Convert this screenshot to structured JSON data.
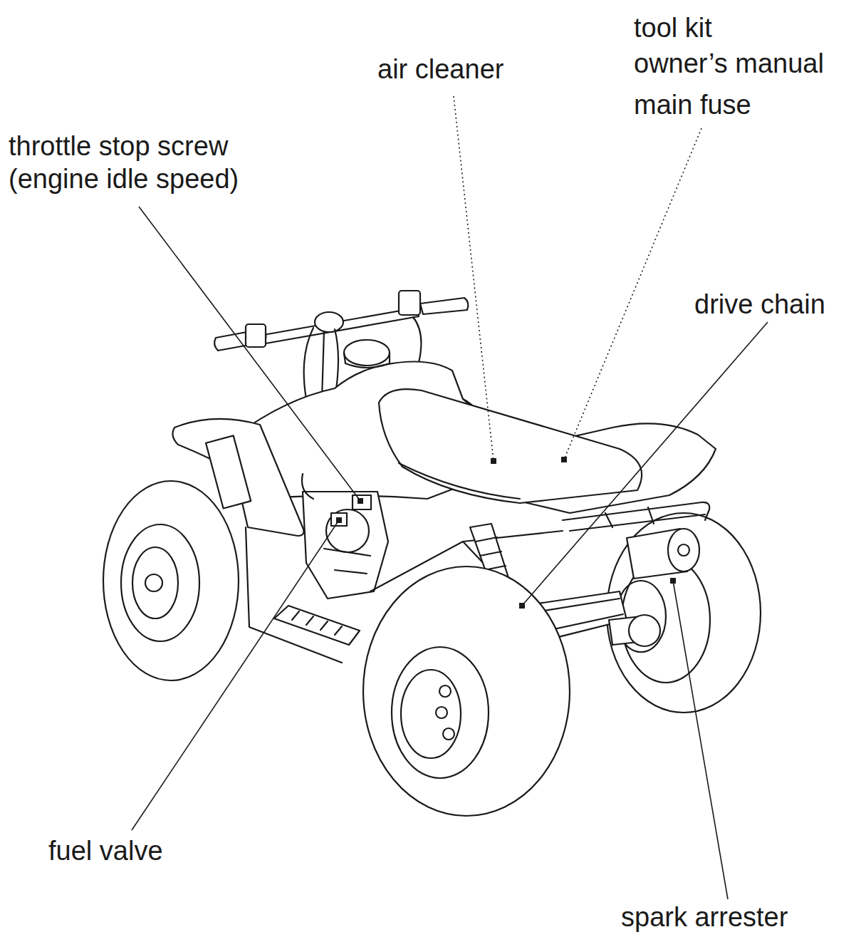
{
  "diagram": {
    "labels": [
      "tool kit",
      "owner’s manual",
      "main fuse",
      "air cleaner",
      "throttle stop screw (engine idle speed)",
      "drive chain",
      "fuel valve",
      "spark arrester"
    ]
  }
}
